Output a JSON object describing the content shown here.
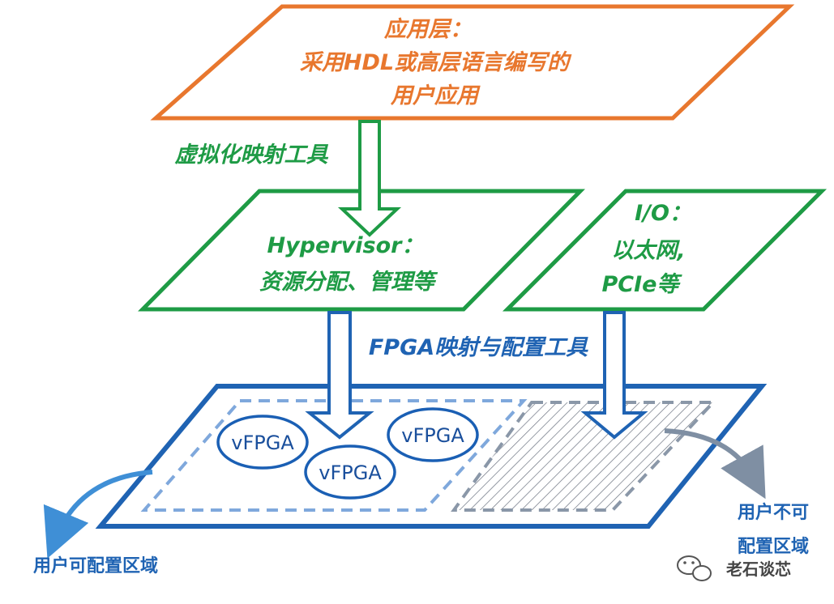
{
  "application_layer": {
    "line1": "应用层：",
    "line2": "采用HDL或高层语言编写的",
    "line3": "用户应用"
  },
  "virtualization_tool_label": "虚拟化映射工具",
  "hypervisor": {
    "line1": "Hypervisor：",
    "line2": "资源分配、管理等"
  },
  "io": {
    "line1": "I/O：",
    "line2": "以太网,",
    "line3": "PCIe等"
  },
  "fpga_tool_label": "FPGA映射与配置工具",
  "vfpga_labels": [
    "vFPGA",
    "vFPGA",
    "vFPGA"
  ],
  "user_configurable_region": "用户可配置区域",
  "user_non_configurable_region": {
    "line1": "用户不可",
    "line2": "配置区域"
  },
  "watermark": "老石谈芯",
  "colors": {
    "orange": "#e8772e",
    "green": "#1e9b45",
    "blue": "#1f63b3",
    "light_blue": "#7fa8dc",
    "grey": "#8a97a8"
  }
}
